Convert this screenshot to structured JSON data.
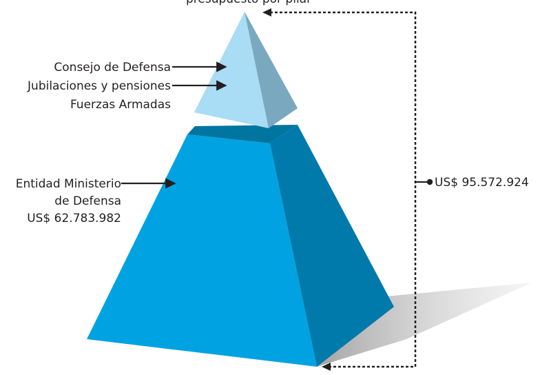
{
  "top_label_partial": "presupuesto por pilar",
  "labels": {
    "consejo": "Consejo de Defensa",
    "jubilaciones": "Jubilaciones y pensiones",
    "fuerzas": "Fuerzas Armadas",
    "entidad_line1": "Entidad Ministerio",
    "entidad_line2": "de Defensa",
    "entidad_amount": "US$ 62.783.982",
    "total_amount": "US$ 95.572.924"
  },
  "colors": {
    "top_front": "#a9dcf5",
    "top_side": "#7aa9bf",
    "base_front": "#00a2e2",
    "base_side": "#0079ab",
    "base_top": "#00759f",
    "shadow": "#bdbdbd",
    "ink": "#231f20"
  }
}
